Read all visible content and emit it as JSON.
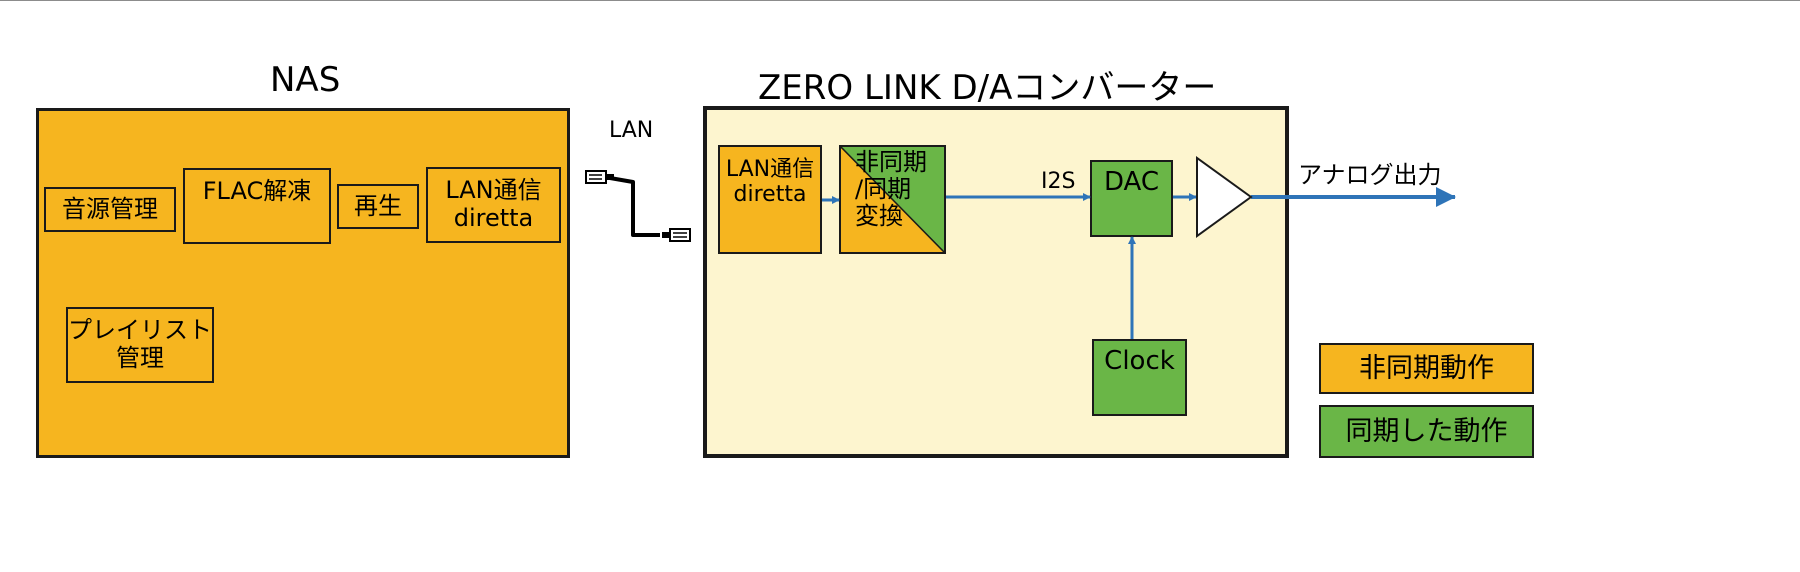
{
  "nas": {
    "title": "NAS",
    "blocks": {
      "source_mgmt": "音源管理",
      "flac_decode": "FLAC解凍",
      "playback": "再生",
      "lan_diretta": "LAN通信\ndiretta",
      "playlist": "プレイリスト\n管理"
    }
  },
  "link": {
    "lan_label": "LAN"
  },
  "dac_box": {
    "title": "ZERO LINK D/Aコンバーター",
    "blocks": {
      "lan_diretta": "LAN通信\ndiretta",
      "async_sync_convert": "非同期\n/同期\n変換",
      "dac": "DAC",
      "clock": "Clock"
    },
    "i2s_label": "I2S",
    "output_label": "アナログ出力"
  },
  "legend": {
    "async": "非同期動作",
    "sync": "同期した動作"
  },
  "colors": {
    "async": "#f6b51f",
    "sync": "#6ab647",
    "converter_bg": "#fdf5cf",
    "arrow": "#2e74b8",
    "border": "#1a1a1a"
  },
  "icons": {
    "cable_end_left": "lan-plug-icon",
    "cable_end_right": "lan-plug-icon",
    "amplifier": "triangle-buffer-icon"
  }
}
